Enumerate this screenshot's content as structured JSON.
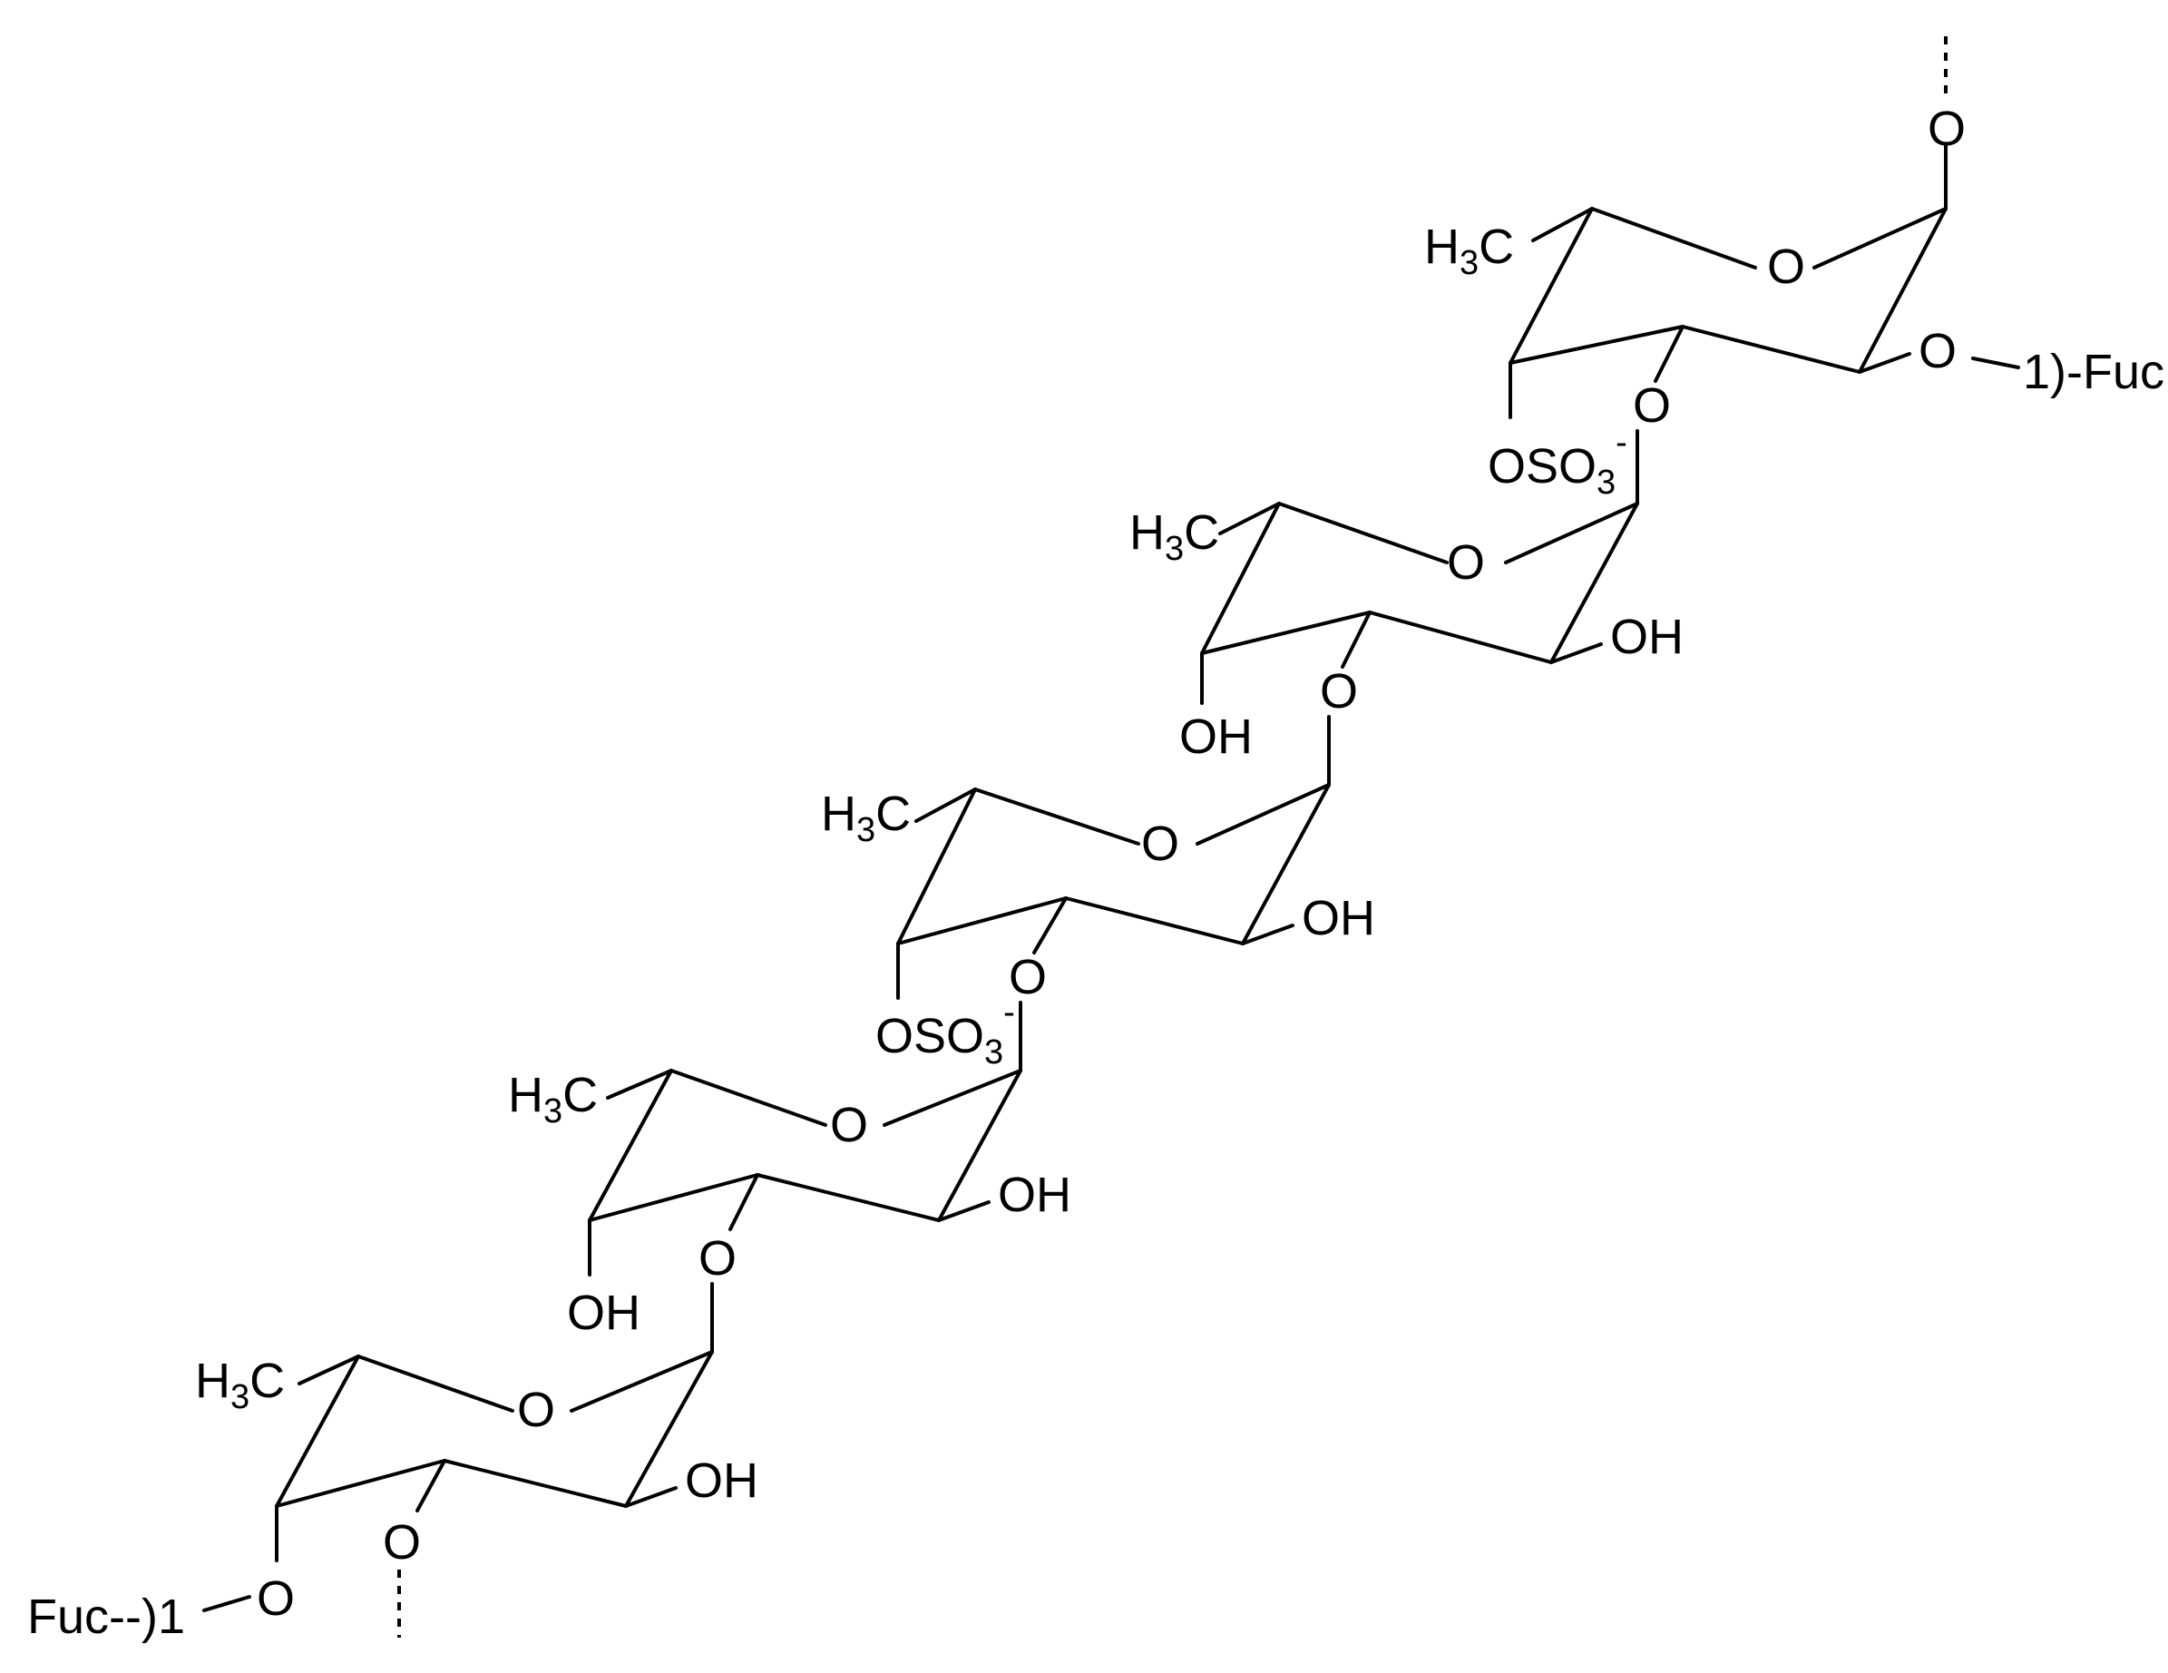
{
  "structure": {
    "units": [
      {
        "methyl": "H3C",
        "ring_oxygen": "O",
        "subst_c3": "OSO3-",
        "subst_c2": "O",
        "anomeric_o": "O",
        "link_label": "O",
        "branch": "1)-Fuc"
      },
      {
        "methyl": "H3C",
        "ring_oxygen": "O",
        "subst_c3": "OH",
        "subst_c2": "OH",
        "link_label": "O"
      },
      {
        "methyl": "H3C",
        "ring_oxygen": "O",
        "subst_c3": "OSO3-",
        "subst_c2": "OH",
        "link_label": "O"
      },
      {
        "methyl": "H3C",
        "ring_oxygen": "O",
        "subst_c3": "OH",
        "subst_c2": "OH",
        "link_label": "O"
      },
      {
        "methyl": "H3C",
        "ring_oxygen": "O",
        "subst_c3": "O",
        "subst_c2": "OH",
        "link_label": "O",
        "branch": "Fuc--)1"
      }
    ]
  }
}
